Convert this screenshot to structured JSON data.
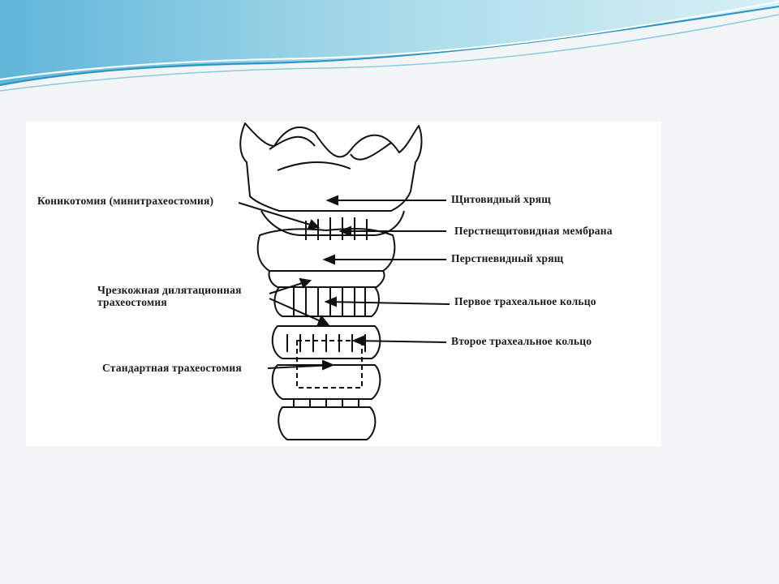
{
  "labels": {
    "left": {
      "conicotomy": "Коникотомия (минитрахеостомия)",
      "percutaneous": "Чрезкожная дилятационная трахеостомия",
      "standard": "Стандартная трахеостомия"
    },
    "right": {
      "thyroid": "Щитовидный хрящ",
      "membrane": "Перстнещитовидная мембрана",
      "cricoid": "Перстневидный хрящ",
      "ring1": "Первое трахеальное кольцо",
      "ring2": "Второе трахеальное кольцо"
    }
  },
  "colors": {
    "banner_light": "#cfe9f0",
    "banner_mid": "#7fc4dc",
    "banner_dark": "#2c93c4",
    "line": "#111111"
  }
}
